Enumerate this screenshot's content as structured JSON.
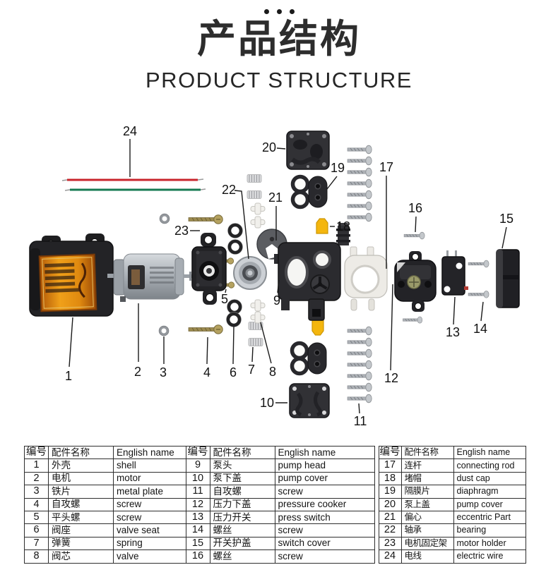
{
  "header": {
    "title": "产品结构",
    "subtitle": "PRODUCT STRUCTURE"
  },
  "diagram": {
    "callouts": [
      {
        "n": "1"
      },
      {
        "n": "2"
      },
      {
        "n": "3"
      },
      {
        "n": "4"
      },
      {
        "n": "5"
      },
      {
        "n": "6"
      },
      {
        "n": "7"
      },
      {
        "n": "8"
      },
      {
        "n": "9"
      },
      {
        "n": "10"
      },
      {
        "n": "11"
      },
      {
        "n": "12"
      },
      {
        "n": "13"
      },
      {
        "n": "14"
      },
      {
        "n": "15"
      },
      {
        "n": "16"
      },
      {
        "n": "17"
      },
      {
        "n": "18"
      },
      {
        "n": "19"
      },
      {
        "n": "20"
      },
      {
        "n": "21"
      },
      {
        "n": "22"
      },
      {
        "n": "23"
      },
      {
        "n": "24"
      }
    ],
    "colors": {
      "wire_red": "#c8252c",
      "wire_green": "#157a52",
      "cap_yellow": "#f4b60e",
      "label_orange": "#e08a10"
    }
  },
  "table": {
    "headers": {
      "no": "编号",
      "cn": "配件名称",
      "en": "English name"
    },
    "groups": [
      {
        "rows": [
          {
            "no": "1",
            "cn": "外壳",
            "en": "shell"
          },
          {
            "no": "2",
            "cn": "电机",
            "en": "motor"
          },
          {
            "no": "3",
            "cn": "铁片",
            "en": "metal plate"
          },
          {
            "no": "4",
            "cn": "自攻螺",
            "en": "screw"
          },
          {
            "no": "5",
            "cn": "平头螺",
            "en": "screw"
          },
          {
            "no": "6",
            "cn": "阀座",
            "en": "valve seat"
          },
          {
            "no": "7",
            "cn": "弹簧",
            "en": "spring"
          },
          {
            "no": "8",
            "cn": "阀芯",
            "en": "valve"
          }
        ]
      },
      {
        "rows": [
          {
            "no": "9",
            "cn": "泵头",
            "en": "pump head"
          },
          {
            "no": "10",
            "cn": "泵下盖",
            "en": "pump cover"
          },
          {
            "no": "11",
            "cn": "自攻螺",
            "en": "screw"
          },
          {
            "no": "12",
            "cn": "压力下盖",
            "en": "pressure cooker"
          },
          {
            "no": "13",
            "cn": "压力开关",
            "en": "press switch"
          },
          {
            "no": "14",
            "cn": "螺丝",
            "en": "screw"
          },
          {
            "no": "15",
            "cn": "开关护盖",
            "en": "switch cover"
          },
          {
            "no": "16",
            "cn": "螺丝",
            "en": "screw"
          }
        ]
      },
      {
        "rows": [
          {
            "no": "17",
            "cn": "连杆",
            "en": "connecting rod"
          },
          {
            "no": "18",
            "cn": "堵帽",
            "en": "dust cap"
          },
          {
            "no": "19",
            "cn": "隔膜片",
            "en": "diaphragm"
          },
          {
            "no": "20",
            "cn": "泵上盖",
            "en": "pump cover"
          },
          {
            "no": "21",
            "cn": "偏心",
            "en": "eccentric Part"
          },
          {
            "no": "22",
            "cn": "轴承",
            "en": "bearing"
          },
          {
            "no": "23",
            "cn": "电机固定架",
            "en": "motor holder"
          },
          {
            "no": "24",
            "cn": "电线",
            "en": "electric wire"
          }
        ]
      }
    ]
  }
}
